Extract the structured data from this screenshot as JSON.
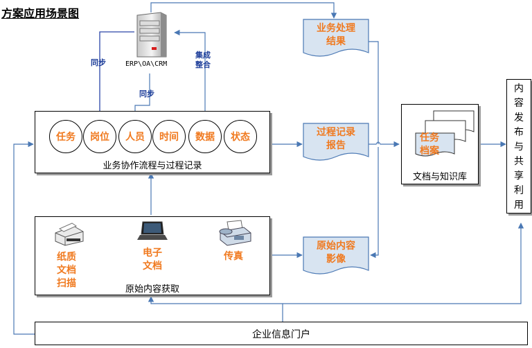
{
  "title": "方案应用场景图",
  "server": {
    "label": "ERP\\OA\\CRM",
    "icon": "server-icon"
  },
  "arrows": {
    "sync_left": "同步",
    "sync_center": "同步",
    "integrate": [
      "集成",
      "整合"
    ]
  },
  "collab": {
    "caption": "业务协作流程与过程记录",
    "circles": [
      "任务",
      "岗位",
      "人员",
      "时间",
      "数据",
      "状态"
    ]
  },
  "capture": {
    "caption": "原始内容获取",
    "paper": {
      "lines": [
        "纸质",
        "文档",
        "扫描"
      ],
      "icon": "scanner-icon"
    },
    "electronic": {
      "lines": [
        "电子",
        "文档"
      ],
      "icon": "laptop-icon"
    },
    "fax": {
      "label": "传真",
      "icon": "fax-icon"
    }
  },
  "documents": {
    "result": [
      "业务处理",
      "结果"
    ],
    "record": [
      "过程记录",
      "报告"
    ],
    "image": [
      "原始内容",
      "影像"
    ]
  },
  "library": {
    "caption": "文档与知识库",
    "stack": [
      "任务",
      "档案"
    ]
  },
  "publish": [
    "内",
    "容",
    "发",
    "布",
    "与",
    "共",
    "享",
    "利",
    "用"
  ],
  "portal": {
    "label": "企业信息门户"
  },
  "colors": {
    "accent": "#f07a20",
    "arrow": "#4a78b4",
    "doc_fill": "#d8e4f1",
    "server_label": "#1f3f9a"
  }
}
